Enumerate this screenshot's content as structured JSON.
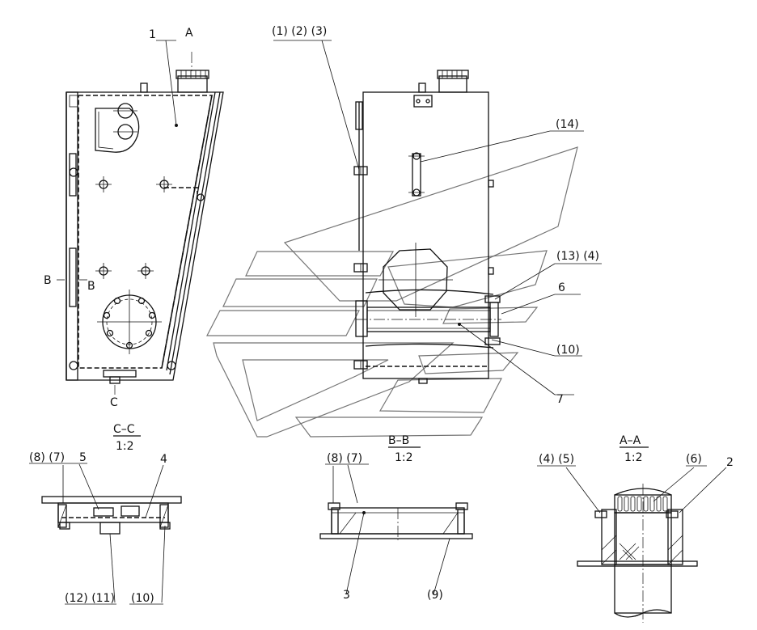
{
  "drawing": {
    "callouts": {
      "part_1": "1",
      "view_a": "A",
      "top_1_2_3": "(1) (2) (3)",
      "c14": "(14)",
      "c13_4": "(13) (4)",
      "c6": "6",
      "c10": "(10)",
      "c7": "7",
      "b_left": "B",
      "b_right": "B",
      "c_mark": "C",
      "cc_8_7": "(8) (7)",
      "cc_5": "5",
      "cc_4": "4",
      "cc_12_11": "(12) (11)",
      "cc_10": "(10)",
      "bb_8_7": "(8) (7)",
      "bb_3": "3",
      "bb_9": "(9)",
      "aa_4_5": "(4) (5)",
      "aa_6": "(6)",
      "aa_2": "2"
    },
    "sections": {
      "cc_title": "C–C",
      "cc_scale": "1:2",
      "bb_title": "B–B",
      "bb_scale": "1:2",
      "aa_title": "A–A",
      "aa_scale": "1:2"
    }
  }
}
